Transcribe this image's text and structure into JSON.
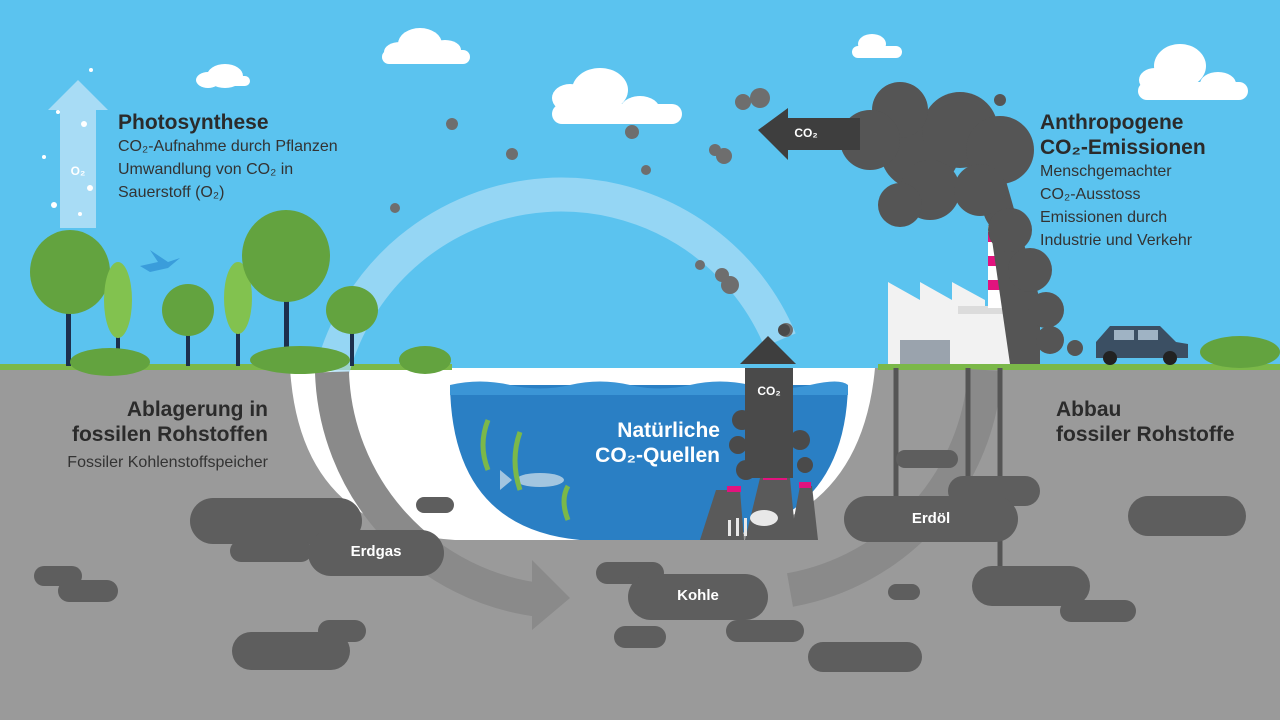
{
  "photosynthese": {
    "title": "Photosynthese",
    "line1": "CO₂-Aufnahme durch Pflanzen",
    "line2": "Umwandlung von CO₂ in",
    "line3": "Sauerstoff (O₂)",
    "arrow_label": "O₂"
  },
  "anthropogen": {
    "title1": "Anthropogene",
    "title2": "CO₂-Emissionen",
    "line1": "Menschgemachter",
    "line2": "CO₂-Ausstoss",
    "line3": "Emissionen durch",
    "line4": "Industrie und Verkehr",
    "arrow_label": "CO₂"
  },
  "ablagerung": {
    "title1": "Ablagerung in",
    "title2": "fossilen Rohstoffen",
    "line1": "Fossiler Kohlenstoffspeicher"
  },
  "natuerlich": {
    "title1": "Natürliche",
    "title2": "CO₂-Quellen",
    "arrow_label": "CO₂"
  },
  "abbau": {
    "title1": "Abbau",
    "title2": "fossiler Rohstoffe"
  },
  "deposits": {
    "erdgas": "Erdgas",
    "kohle": "Kohle",
    "erdoel": "Erdöl"
  },
  "colors": {
    "sky": "#5bc3ef",
    "ground": "#9a9a9a",
    "water": "#2a7fc4",
    "deposit": "#5e5e5e",
    "smoke": "#555555",
    "grass": "#7bb849",
    "accent_pink": "#e2137e"
  }
}
